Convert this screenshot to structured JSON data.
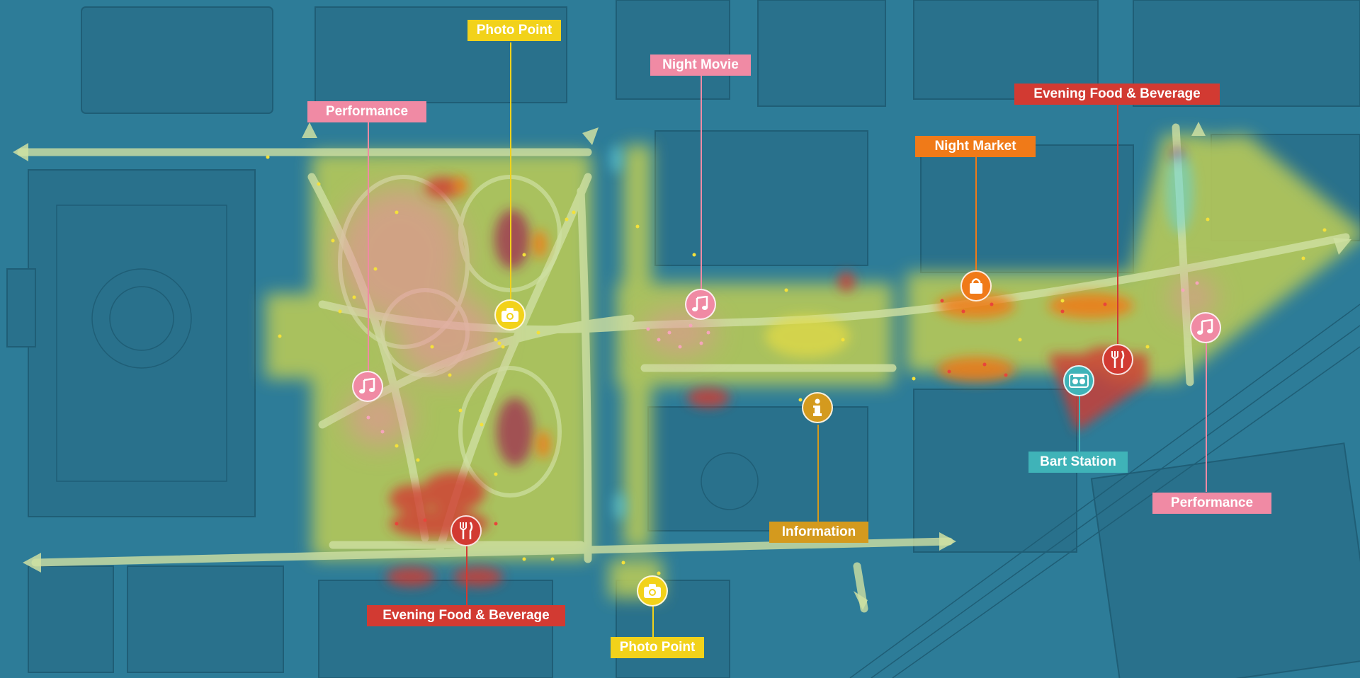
{
  "map": {
    "colors": {
      "water_blue": "#2d7c98",
      "activity_green": "#b4c75a",
      "path_light": "#cfe0a2",
      "performance_pink": "#f08aa4",
      "photo_yellow": "#f2d21a",
      "food_red": "#d23a32",
      "market_orange": "#f07a18",
      "info_gold": "#d49a1e",
      "bart_teal": "#3fb3b8"
    },
    "callouts": [
      {
        "id": "photo-point-north",
        "label": "Photo Point",
        "category": "photo",
        "icon": "camera-icon"
      },
      {
        "id": "night-movie",
        "label": "Night Movie",
        "category": "performance",
        "icon": "music-note-icon"
      },
      {
        "id": "performance-west",
        "label": "Performance",
        "category": "performance",
        "icon": "music-note-icon"
      },
      {
        "id": "evening-food-east",
        "label": "Evening Food & Beverage",
        "category": "food",
        "icon": "fork-knife-icon"
      },
      {
        "id": "night-market",
        "label": "Night Market",
        "category": "market",
        "icon": "shopping-bag-icon"
      },
      {
        "id": "bart-station",
        "label": "Bart Station",
        "category": "bart",
        "icon": "bart-logo-icon"
      },
      {
        "id": "performance-east",
        "label": "Performance",
        "category": "performance",
        "icon": "music-note-icon"
      },
      {
        "id": "information",
        "label": "Information",
        "category": "info",
        "icon": "info-icon"
      },
      {
        "id": "evening-food-west",
        "label": "Evening Food & Beverage",
        "category": "food",
        "icon": "fork-knife-icon"
      },
      {
        "id": "photo-point-south",
        "label": "Photo Point",
        "category": "photo",
        "icon": "camera-icon"
      }
    ]
  }
}
